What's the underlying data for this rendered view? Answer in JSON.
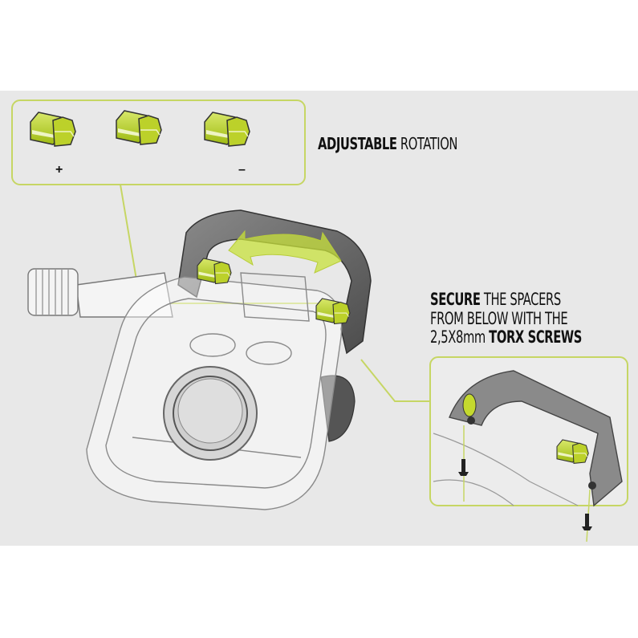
{
  "rotation_callout": {
    "bold": "ADJUSTABLE",
    "regular": "ROTATION"
  },
  "spacer_options": [
    {
      "sign": "+"
    },
    {
      "sign": ""
    },
    {
      "sign": "–"
    }
  ],
  "screws_callout": {
    "line1_bold": "SECURE",
    "line1_regular": "THE SPACERS",
    "line2": "FROM BELOW WITH THE",
    "line3_regular": "2,5X8mm",
    "line3_bold": "TORX SCREWS"
  },
  "colors": {
    "accent": "#c4d92e",
    "frame": "#c9d870",
    "background": "#e8e8e8",
    "cage": "#6e6e6e"
  }
}
